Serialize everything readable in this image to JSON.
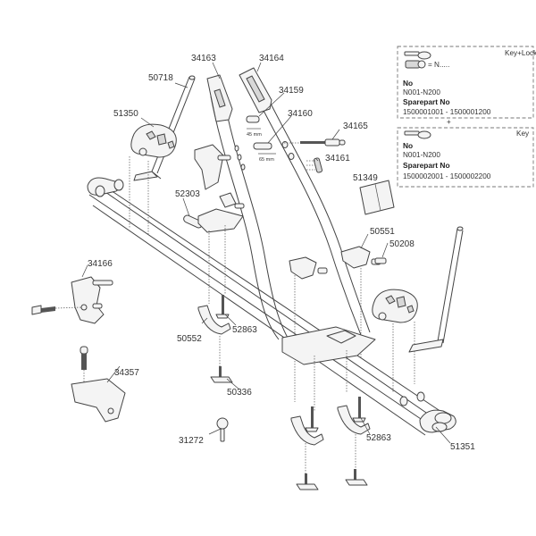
{
  "diagram": {
    "title": "Bike carrier exploded parts diagram",
    "part_labels": {
      "p34163": "34163",
      "p34164": "34164",
      "p50718": "50718",
      "p34159": "34159",
      "p34160": "34160",
      "p51350": "51350",
      "p34165": "34165",
      "p34161": "34161",
      "p51349": "51349",
      "p52303": "52303",
      "p50551": "50551",
      "p50208": "50208",
      "p34166": "34166",
      "p50552": "50552",
      "p52863a": "52863",
      "p34357": "34357",
      "p50336": "50336",
      "p31272": "31272",
      "p52863b": "52863",
      "p51351": "51351"
    },
    "dimensions": {
      "d45": "45 mm",
      "d65": "65 mm"
    }
  },
  "key_lock_box": {
    "title": "Key+Lock",
    "code_suffix": "= N.....",
    "no_label": "No",
    "no_range": "N001-N200",
    "sparepart_label": "Sparepart No",
    "sparepart_range": "1500001001 - 1500001200"
  },
  "key_box": {
    "title": "Key",
    "no_label": "No",
    "no_range": "N001-N200",
    "sparepart_label": "Sparepart No",
    "sparepart_range": "1500002001 - 1500002200"
  },
  "connector_symbol": "+"
}
